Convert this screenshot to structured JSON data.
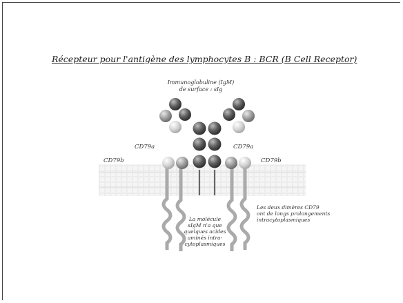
{
  "title": "Récepteur pour l'antigène des lymphocytes B : BCR (B Cell Receptor)",
  "labels": {
    "immunoglobulin": [
      "Immunoglobuline (IgM)",
      "de surface : sIg"
    ],
    "cd79a_left": "CD79a",
    "cd79a_right": "CD79a",
    "cd79b_left": "CD79b",
    "cd79b_right": "CD79b",
    "molecule_note": [
      "La molécule",
      "sIgM n'a que",
      "quelques acides",
      "aminés intra-",
      "cytoplasmiques"
    ],
    "dimers_note": [
      "Les deux dimères CD79",
      "ont de longs prolongements",
      "intracytoplasmiques"
    ]
  },
  "colors": {
    "sphere_dark": "#5a5a5a",
    "sphere_mid": "#9a9a9a",
    "sphere_light": "#cfcfcf",
    "membrane": "#d9d9d9"
  }
}
